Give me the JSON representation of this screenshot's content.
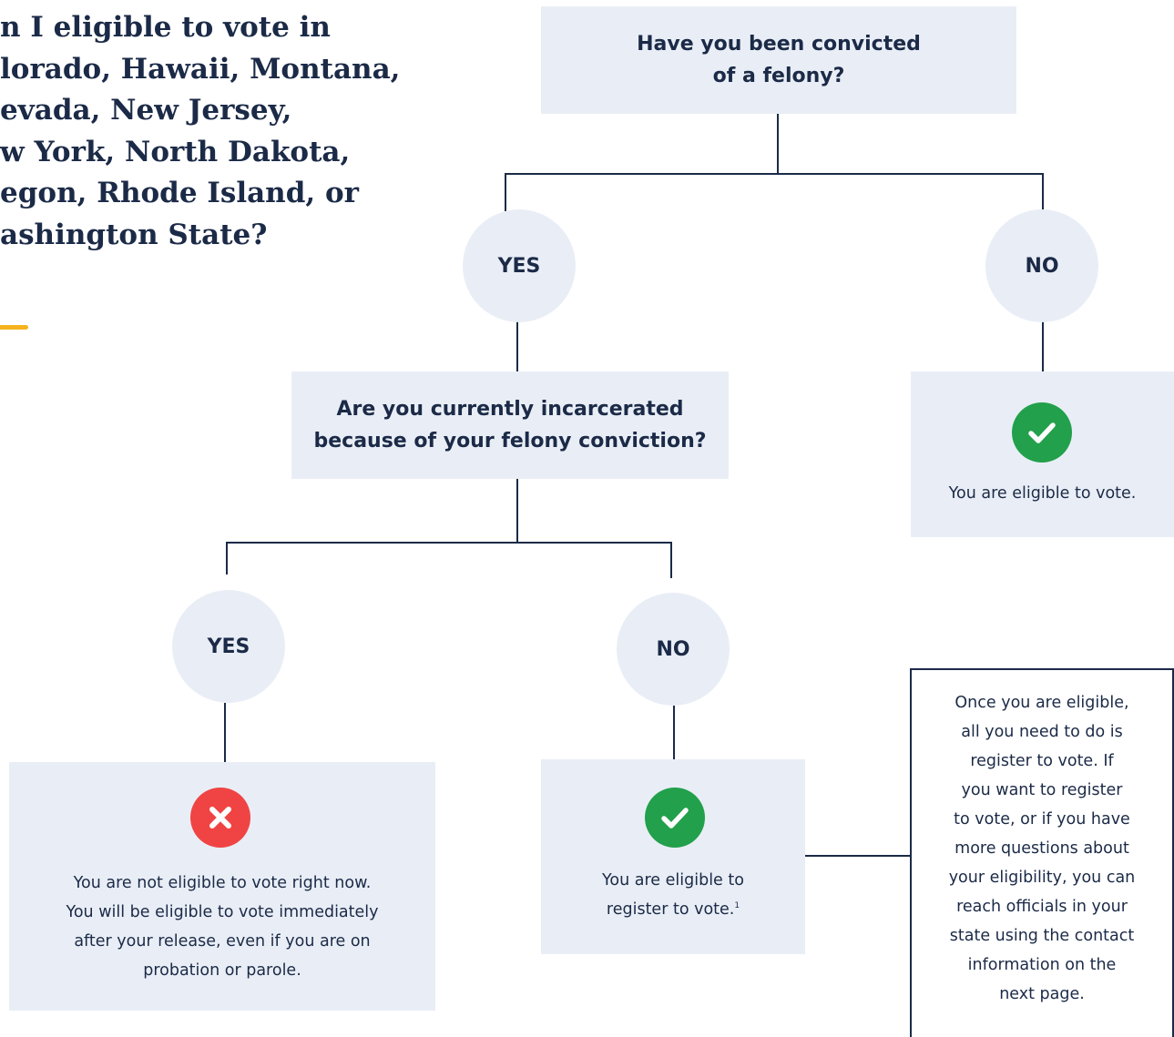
{
  "title": {
    "lines": [
      "n I eligible to vote in",
      "lorado, Hawaii, Montana,",
      "evada, New Jersey,",
      "w York, North Dakota,",
      "egon, Rhode Island, or",
      "ashington State?"
    ]
  },
  "questions": {
    "convicted": [
      "Have you been convicted",
      "of a felony?"
    ],
    "incarcerated": [
      "Are you currently incarcerated",
      "because of your felony conviction?"
    ]
  },
  "answers": {
    "top_yes": "YES",
    "top_no": "NO",
    "bottom_yes": "YES",
    "bottom_no": "NO"
  },
  "results": {
    "eligible_to_vote": "You are eligible to vote.",
    "not_eligible": [
      "You are not eligible to vote right now.",
      "You will be eligible to vote immediately",
      "after your release, even if you are on",
      "probation or parole."
    ],
    "eligible_register": [
      "You are eligible to",
      "register to vote."
    ],
    "footnote_mark": "1"
  },
  "note": {
    "lines": [
      "Once you are eligible,",
      "all you need to do is",
      "register to vote.  If",
      "you want to register",
      "to vote, or if you have",
      "more questions about",
      "your eligibility, you can",
      "reach officials in your",
      "state using the contact",
      "information on the",
      "next page."
    ]
  },
  "icons": {
    "check": "check-circle-icon",
    "cross": "x-circle-icon",
    "check_color": "#22a04b",
    "cross_color": "#f04444",
    "accent_color": "#f5b31f",
    "box_color": "#e9eef6",
    "line_color": "#1b2a47"
  }
}
